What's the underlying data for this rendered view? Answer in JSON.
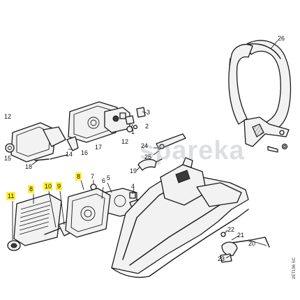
{
  "diagram": {
    "highlight_color": "#ffef3a",
    "labels": [
      {
        "id": "26",
        "text": "26",
        "highlighted": false
      },
      {
        "id": "1",
        "text": "1",
        "highlighted": false
      },
      {
        "id": "2",
        "text": "2",
        "highlighted": false
      },
      {
        "id": "3",
        "text": "3",
        "highlighted": false
      },
      {
        "id": "12a",
        "text": "12",
        "highlighted": false
      },
      {
        "id": "12b",
        "text": "12",
        "highlighted": false
      },
      {
        "id": "14",
        "text": "14",
        "highlighted": false
      },
      {
        "id": "15",
        "text": "15",
        "highlighted": false
      },
      {
        "id": "16",
        "text": "16",
        "highlighted": false
      },
      {
        "id": "17",
        "text": "17",
        "highlighted": false
      },
      {
        "id": "18",
        "text": "18",
        "highlighted": false
      },
      {
        "id": "24",
        "text": "24",
        "highlighted": false
      },
      {
        "id": "25",
        "text": "25",
        "highlighted": false
      },
      {
        "id": "19",
        "text": "19",
        "highlighted": false
      },
      {
        "id": "11",
        "text": "11",
        "highlighted": true
      },
      {
        "id": "8a",
        "text": "8",
        "highlighted": true
      },
      {
        "id": "10",
        "text": "10",
        "highlighted": true
      },
      {
        "id": "9",
        "text": "9",
        "highlighted": true
      },
      {
        "id": "8b",
        "text": "8",
        "highlighted": true
      },
      {
        "id": "7",
        "text": "7",
        "highlighted": false
      },
      {
        "id": "6",
        "text": "6",
        "highlighted": false
      },
      {
        "id": "5",
        "text": "5",
        "highlighted": false
      },
      {
        "id": "4",
        "text": "4",
        "highlighted": false
      },
      {
        "id": "22",
        "text": "22",
        "highlighted": false
      },
      {
        "id": "21",
        "text": "21",
        "highlighted": false
      },
      {
        "id": "20",
        "text": "20",
        "highlighted": false
      },
      {
        "id": "23",
        "text": "23",
        "highlighted": false
      }
    ],
    "watermark": "spareka",
    "drawing_code": "2ET196 SC"
  }
}
